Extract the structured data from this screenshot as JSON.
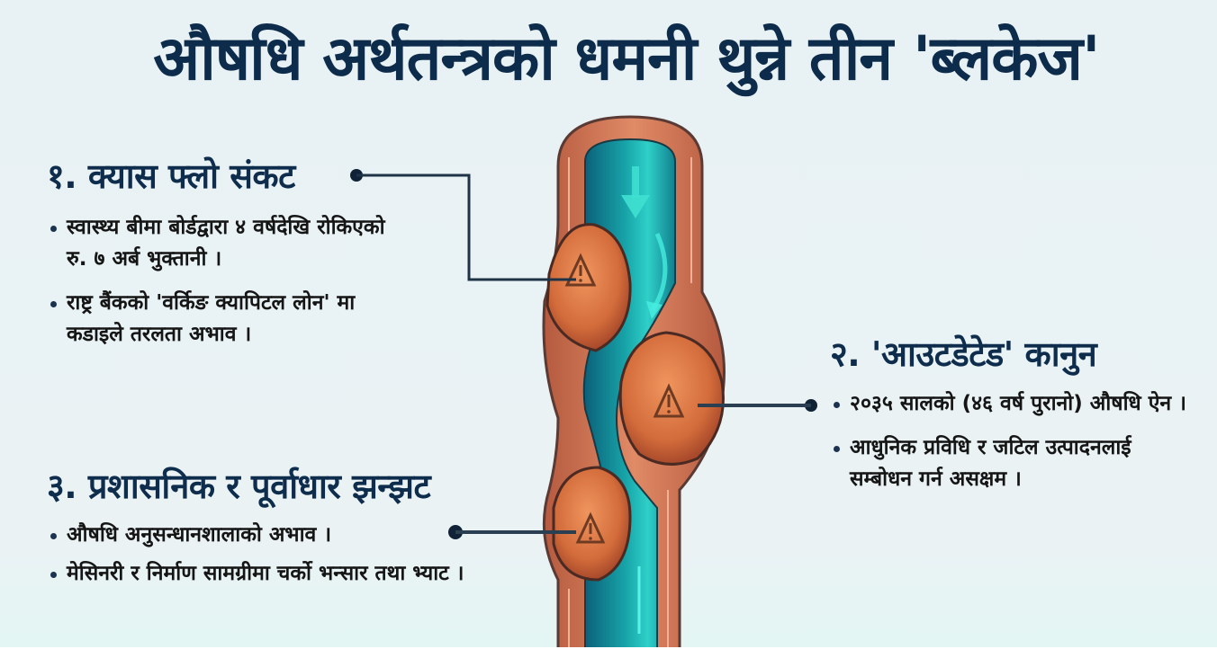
{
  "title": "औषधि अर्थतन्त्रको धमनी थुन्ने तीन 'ब्लकेज'",
  "colors": {
    "background": "#e8f1f3",
    "title": "#0d2b4a",
    "heading": "#0e2d4d",
    "body_text": "#151515",
    "artery_wall": "#c8674a",
    "blood_flow": "#17a3a8",
    "plaque": "#d9723f",
    "connector": "#1f3347"
  },
  "blockages": [
    {
      "heading": "१. क्यास फ्लो संकट",
      "bullets": [
        "स्वास्थ्य बीमा बोर्डद्वारा ४ वर्षदेखि रोकिएको रु. ७ अर्ब भुक्तानी ।",
        "राष्ट्र बैंकको 'वर्किङ क्यापिटल लोन' मा कडाइले तरलता अभाव ।"
      ]
    },
    {
      "heading": "२. 'आउटडेटेड' कानुन",
      "bullets": [
        "२०३५ सालको (४६ वर्ष पुरानो) औषधि ऐन ।",
        "आधुनिक प्रविधि र जटिल उत्पादनलाई सम्बोधन गर्न असक्षम ।"
      ]
    },
    {
      "heading": "३. प्रशासनिक र पूर्वाधार झन्झट",
      "bullets": [
        "औषधि अनुसन्धानशालाको अभाव ।",
        "मेसिनरी र निर्माण सामग्रीमा चर्को भन्सार तथा भ्याट ।"
      ]
    }
  ],
  "illustration": {
    "subject": "artery-with-three-plaques",
    "icons": [
      "warning-triangle-icon",
      "warning-triangle-icon",
      "warning-triangle-icon",
      "flow-arrow-down-icon"
    ]
  }
}
